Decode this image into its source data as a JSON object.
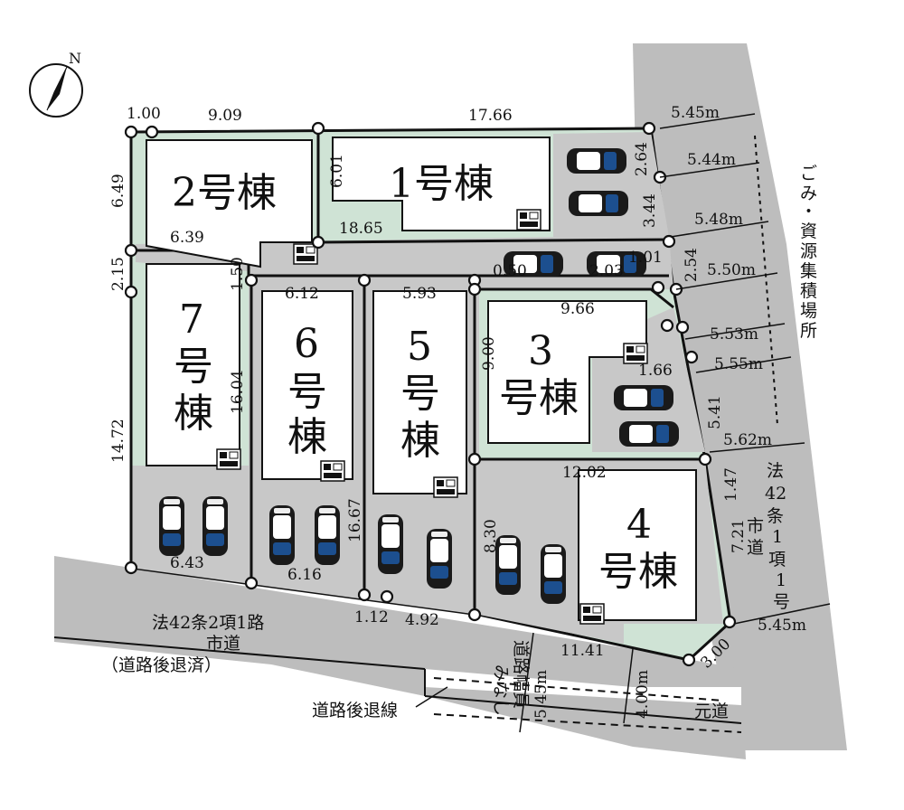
{
  "compass": {
    "label": "N",
    "icon": "north-arrow-icon"
  },
  "buildings": {
    "b1": "1号棟",
    "b2": "2号棟",
    "b3_num": "3",
    "b3_rest": "号棟",
    "b4_num": "4",
    "b4_rest": "号棟",
    "b5_a": "5",
    "b5_b": "号",
    "b5_c": "棟",
    "b6_a": "6",
    "b6_b": "号",
    "b6_c": "棟",
    "b7_a": "7",
    "b7_b": "号",
    "b7_c": "棟"
  },
  "dimensions": {
    "d1_00": "1.00",
    "d9_09": "9.09",
    "d17_66": "17.66",
    "d6_49": "6.49",
    "d6_01": "6.01",
    "d18_65": "18.65",
    "d6_39": "6.39",
    "d2_15": "2.15",
    "d1_50": "1.50",
    "d6_12": "6.12",
    "d5_93": "5.93",
    "d0_50": "0.50",
    "d2_03": "2.03",
    "d1_01": "1.01",
    "d9_66": "9.66",
    "d16_04": "16.04",
    "d9_00": "9.00",
    "d1_66": "1.66",
    "d14_72": "14.72",
    "d12_02": "12.02",
    "d16_67": "16.67",
    "d8_30": "8.30",
    "d6_43": "6.43",
    "d6_16": "6.16",
    "d1_12": "1.12",
    "d4_92": "4.92",
    "d11_41": "11.41",
    "d3_00": "3.00",
    "d2_64": "2.64",
    "d3_44": "3.44",
    "d2_54": "2.54",
    "d5_41": "5.41",
    "d1_47": "1.47",
    "d7_21": "7.21",
    "w5_45a": "5.45m",
    "w5_44": "5.44m",
    "w5_48": "5.48m",
    "w5_50": "5.50m",
    "w5_53": "5.53m",
    "w5_55": "5.55m",
    "w5_62": "5.62m",
    "w5_45b": "5.45m",
    "w5_45c": "5.45m",
    "w4_00": "4.00m"
  },
  "roads": {
    "east_a": "法",
    "east_b": "42",
    "east_c": "条",
    "east_d": "1",
    "east_e": "項",
    "east_f": "1",
    "east_g": "号",
    "east_h": "市",
    "east_i": "道",
    "south_1": "法42条2項1路",
    "south_2": "市道",
    "setback_done": "（道路後退済）",
    "setback_line": "道路後退線",
    "minashi_1": "みなし",
    "minashi_2": "道路幅員",
    "motomichi": "元道",
    "garbage": [
      "ご",
      "み",
      "・",
      "資",
      "源",
      "集",
      "積",
      "場",
      "所"
    ]
  }
}
